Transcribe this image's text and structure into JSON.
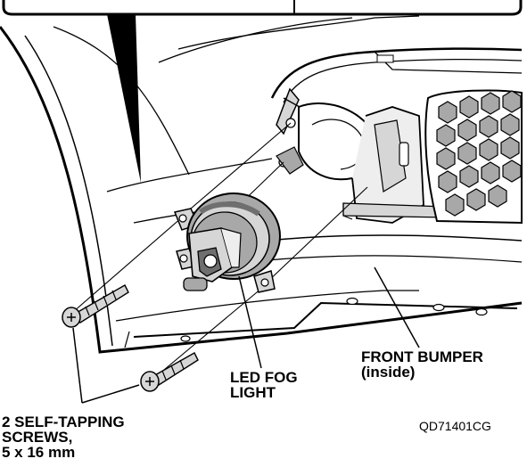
{
  "labels": {
    "fog_light": [
      "LED FOG",
      "LIGHT"
    ],
    "front_bumper": [
      "FRONT BUMPER",
      "(inside)"
    ],
    "screws": [
      "2 SELF-TAPPING",
      "SCREWS,",
      "5 x 16 mm"
    ]
  },
  "figure_code": "QD71401CG",
  "colors": {
    "line": "#000000",
    "light_gray": "#d6d6d6",
    "mid_gray": "#a8a8a8",
    "dark_gray": "#6f6f6f",
    "background": "#ffffff"
  }
}
